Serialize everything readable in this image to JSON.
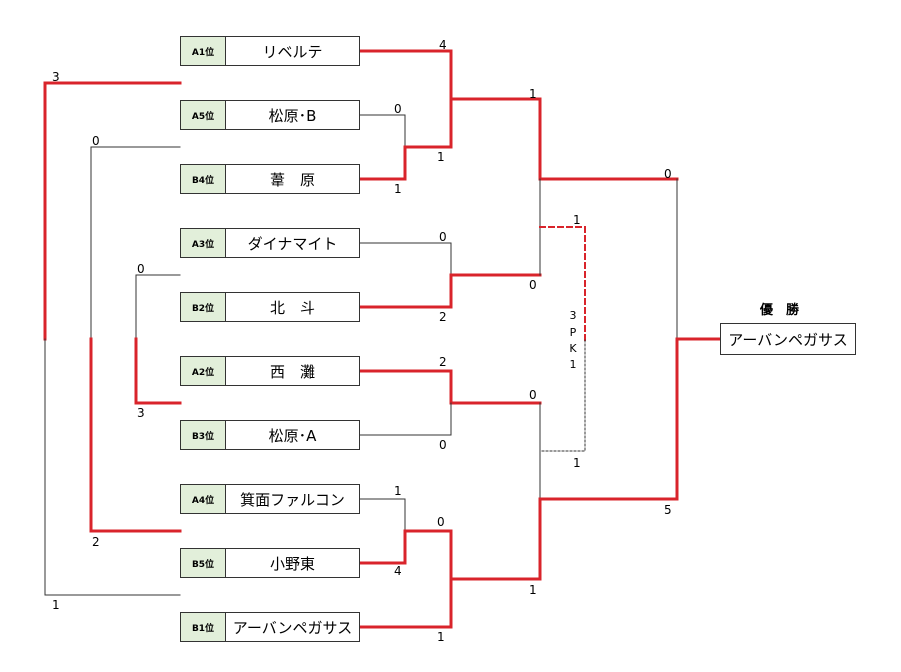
{
  "colors": {
    "win": "#d9242b",
    "lose": "#333333",
    "seed_bg": "#e2efda"
  },
  "champion": {
    "label": "優　勝",
    "name": "アーバンペガサス"
  },
  "teams": [
    {
      "seed": "A1位",
      "name": "リベルテ"
    },
    {
      "seed": "A5位",
      "name": "松原･B"
    },
    {
      "seed": "B4位",
      "name": "葦　原"
    },
    {
      "seed": "A3位",
      "name": "ダイナマイト"
    },
    {
      "seed": "B2位",
      "name": "北　斗"
    },
    {
      "seed": "A2位",
      "name": "西　灘"
    },
    {
      "seed": "B3位",
      "name": "松原･A"
    },
    {
      "seed": "A4位",
      "name": "箕面ファルコン"
    },
    {
      "seed": "B5位",
      "name": "小野東"
    },
    {
      "seed": "B1位",
      "name": "アーバンペガサス"
    }
  ],
  "scores": {
    "r1_a1": "4",
    "r1_a5": "0",
    "r1_b4": "1",
    "r1_b4_pk": "1",
    "r1_a3": "0",
    "r1_b2": "2",
    "r1_a2": "2",
    "r1_b3": "0",
    "r1_a4": "1",
    "r1_b5": "4",
    "r1_b5_next": "0",
    "r1_b1": "1",
    "qf_top": "1",
    "qf_mid": "0",
    "qf_lower": "0",
    "qf_bottom": "1",
    "sf_top_pk": "1",
    "sf_bot_pk": "1",
    "pk_chars": [
      "3",
      "P",
      "K",
      "1"
    ],
    "final_top": "0",
    "final_bottom": "5",
    "left_outer_top": "3",
    "left_outer_bottom": "1",
    "left_mid_top": "0",
    "left_mid_bottom": "2",
    "left_inner_top": "0",
    "left_inner_bottom": "3"
  }
}
